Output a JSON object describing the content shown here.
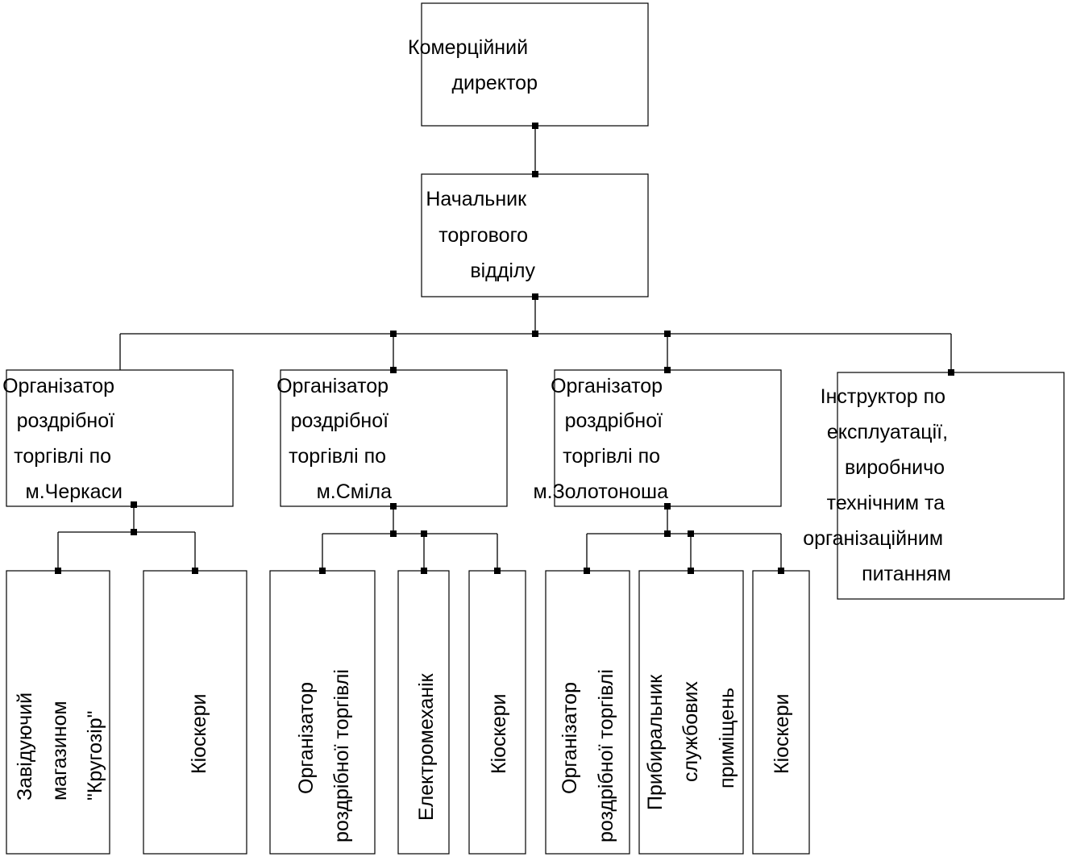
{
  "diagram": {
    "director": {
      "lines": [
        "Комерційний",
        "директор"
      ]
    },
    "head": {
      "lines": [
        "Начальник",
        "торгового",
        "відділу"
      ]
    },
    "organizer_cherkasy": {
      "lines": [
        "Організатор",
        "роздрібної",
        "торгівлі по",
        "м.Черкаси"
      ]
    },
    "organizer_smila": {
      "lines": [
        "Організатор",
        "роздрібної",
        "торгівлі по",
        "м.Сміла"
      ]
    },
    "organizer_zolotonosha": {
      "lines": [
        "Організатор",
        "роздрібної",
        "торгівлі по",
        "м.Золотоноша"
      ]
    },
    "instructor": {
      "lines": [
        "Інструктор по",
        "експлуатації,",
        "виробничо",
        "технічним та",
        "організаційним",
        "питанням"
      ]
    },
    "cherkasy_store_manager": {
      "lines": [
        "Завідуючий",
        "магазином",
        "\"Кругозір\""
      ]
    },
    "cherkasy_kiosk": {
      "lines": [
        "Кіоскери"
      ]
    },
    "smila_retail_organizer": {
      "lines": [
        "Організатор",
        "роздрібної торгівлі"
      ]
    },
    "smila_electromechanic": {
      "lines": [
        "Електромеханік"
      ]
    },
    "smila_kiosk": {
      "lines": [
        "Кіоскери"
      ]
    },
    "zolotonosha_retail_organizer": {
      "lines": [
        "Організатор",
        "роздрібної торгівлі"
      ]
    },
    "zolotonosha_cleaner": {
      "lines": [
        "Прибиральник",
        "службових",
        "приміщень"
      ]
    },
    "zolotonosha_kiosk": {
      "lines": [
        "Кіоскери"
      ]
    }
  }
}
